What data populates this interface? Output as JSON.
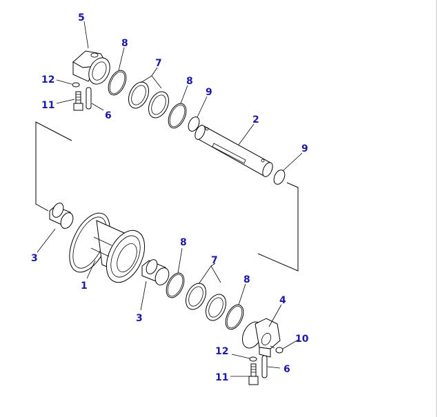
{
  "callouts": [
    {
      "id": "c5",
      "text": "5"
    },
    {
      "id": "c8a",
      "text": "8"
    },
    {
      "id": "c7a",
      "text": "7"
    },
    {
      "id": "c8b",
      "text": "8"
    },
    {
      "id": "c9a",
      "text": "9"
    },
    {
      "id": "c2",
      "text": "2"
    },
    {
      "id": "c9b",
      "text": "9"
    },
    {
      "id": "c12a",
      "text": "12"
    },
    {
      "id": "c11a",
      "text": "11"
    },
    {
      "id": "c6a",
      "text": "6"
    },
    {
      "id": "c3a",
      "text": "3"
    },
    {
      "id": "c1",
      "text": "1"
    },
    {
      "id": "c8c",
      "text": "8"
    },
    {
      "id": "c7b",
      "text": "7"
    },
    {
      "id": "c3b",
      "text": "3"
    },
    {
      "id": "c8d",
      "text": "8"
    },
    {
      "id": "c4",
      "text": "4"
    },
    {
      "id": "c10",
      "text": "10"
    },
    {
      "id": "c12b",
      "text": "12"
    },
    {
      "id": "c6b",
      "text": "6"
    },
    {
      "id": "c11b",
      "text": "11"
    }
  ],
  "colors": {
    "callout": "#1a1aa6",
    "line": "#000000",
    "background": "#ffffff"
  }
}
